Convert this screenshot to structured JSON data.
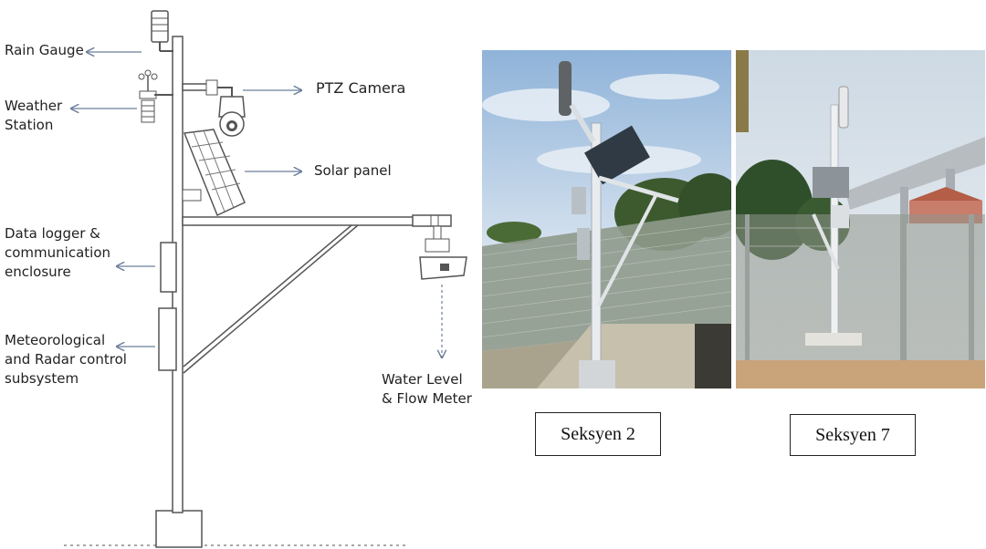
{
  "diagram": {
    "labels": {
      "rain_gauge": "Rain Gauge",
      "weather_station": "Weather\nStation",
      "ptz_camera": "PTZ Camera",
      "solar_panel": "Solar panel",
      "data_logger": "Data logger &\ncommunication\nenclosure",
      "met_radar": "Meteorological\nand Radar control\nsubsystem",
      "water_level": "Water Level\n& Flow Meter"
    }
  },
  "photos": [
    {
      "caption": "Seksyen 2"
    },
    {
      "caption": "Seksyen 7"
    }
  ]
}
